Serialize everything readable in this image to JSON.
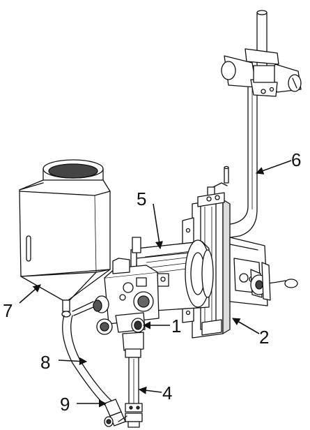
{
  "diagram": {
    "callouts": [
      {
        "id": "1",
        "label": "1"
      },
      {
        "id": "2",
        "label": "2"
      },
      {
        "id": "4",
        "label": "4"
      },
      {
        "id": "5",
        "label": "5"
      },
      {
        "id": "6",
        "label": "6"
      },
      {
        "id": "7",
        "label": "7"
      },
      {
        "id": "8",
        "label": "8"
      },
      {
        "id": "9",
        "label": "9"
      }
    ],
    "colors": {
      "line": "#111111",
      "shade": "#3a3a3a",
      "paper": "#ffffff"
    }
  }
}
